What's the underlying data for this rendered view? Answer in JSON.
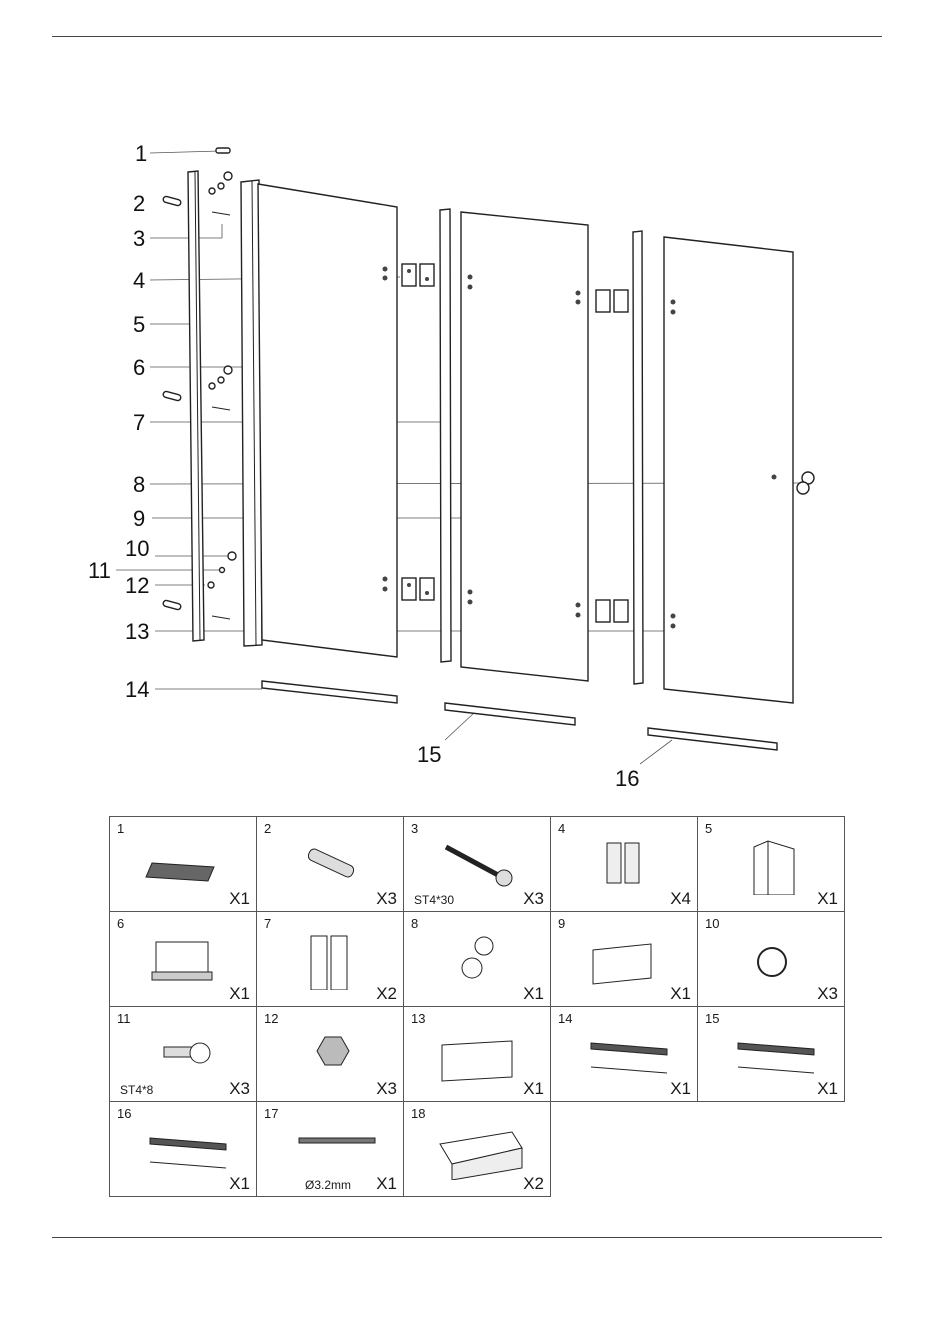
{
  "callouts": {
    "c1": "1",
    "c2": "2",
    "c3": "3",
    "c4": "4",
    "c5": "5",
    "c6": "6",
    "c7": "7",
    "c8": "8",
    "c9": "9",
    "c10": "10",
    "c11": "11",
    "c12": "12",
    "c13": "13",
    "c14": "14",
    "c15": "15",
    "c16": "16"
  },
  "parts": [
    {
      "number": "1",
      "qty": "X1",
      "spec": "",
      "icon": "cap-plate-icon"
    },
    {
      "number": "2",
      "qty": "X3",
      "spec": "",
      "icon": "wall-plug-icon"
    },
    {
      "number": "3",
      "qty": "X3",
      "spec": "ST4*30",
      "icon": "long-screw-icon"
    },
    {
      "number": "4",
      "qty": "X4",
      "spec": "",
      "icon": "hinge-icon"
    },
    {
      "number": "5",
      "qty": "X1",
      "spec": "",
      "icon": "wall-profile-icon"
    },
    {
      "number": "6",
      "qty": "X1",
      "spec": "",
      "icon": "fixed-glass-panel-icon"
    },
    {
      "number": "7",
      "qty": "X2",
      "spec": "",
      "icon": "seal-strip-icon"
    },
    {
      "number": "8",
      "qty": "X1",
      "spec": "",
      "icon": "knob-icon"
    },
    {
      "number": "9",
      "qty": "X1",
      "spec": "",
      "icon": "middle-glass-panel-icon"
    },
    {
      "number": "10",
      "qty": "X3",
      "spec": "",
      "icon": "screw-cap-icon"
    },
    {
      "number": "11",
      "qty": "X3",
      "spec": "ST4*8",
      "icon": "short-screw-icon"
    },
    {
      "number": "12",
      "qty": "X3",
      "spec": "",
      "icon": "nut-icon"
    },
    {
      "number": "13",
      "qty": "X1",
      "spec": "",
      "icon": "door-glass-panel-icon"
    },
    {
      "number": "14",
      "qty": "X1",
      "spec": "",
      "icon": "bottom-seal-icon"
    },
    {
      "number": "15",
      "qty": "X1",
      "spec": "",
      "icon": "bottom-seal-icon"
    },
    {
      "number": "16",
      "qty": "X1",
      "spec": "",
      "icon": "bottom-seal-icon"
    },
    {
      "number": "17",
      "qty": "X1",
      "spec": "Ø3.2mm",
      "icon": "drill-bit-icon"
    },
    {
      "number": "18",
      "qty": "X2",
      "spec": "",
      "icon": "connector-clip-icon"
    }
  ]
}
